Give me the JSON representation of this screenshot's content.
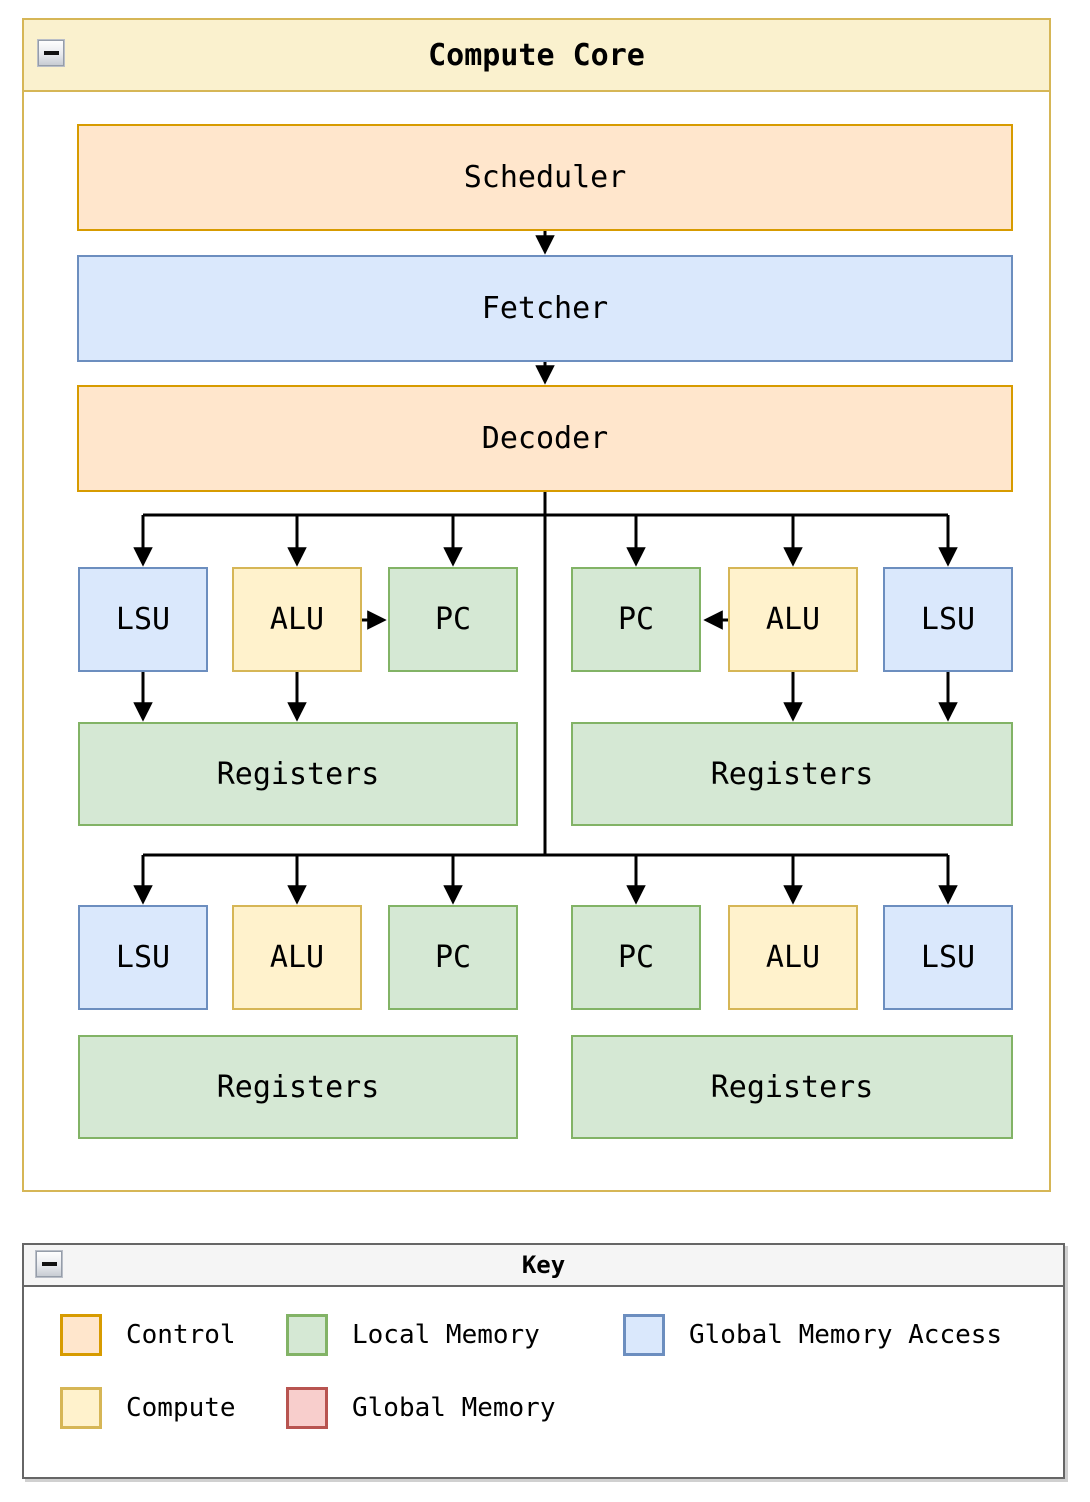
{
  "compute_core": {
    "window_title": "Compute Core",
    "blocks": {
      "scheduler": "Scheduler",
      "fetcher": "Fetcher",
      "decoder": "Decoder"
    },
    "quadrants": {
      "top_left": {
        "units": [
          "LSU",
          "ALU",
          "PC"
        ],
        "registers_label": "Registers"
      },
      "top_right": {
        "units": [
          "PC",
          "ALU",
          "LSU"
        ],
        "registers_label": "Registers"
      },
      "bottom_left": {
        "units": [
          "LSU",
          "ALU",
          "PC"
        ],
        "registers_label": "Registers"
      },
      "bottom_right": {
        "units": [
          "PC",
          "ALU",
          "LSU"
        ],
        "registers_label": "Registers"
      }
    }
  },
  "key": {
    "window_title": "Key",
    "items": [
      {
        "label": "Control",
        "fill": "#ffe6cc",
        "stroke": "#d79b00"
      },
      {
        "label": "Local Memory",
        "fill": "#d5e8d4",
        "stroke": "#82b366"
      },
      {
        "label": "Global Memory Access",
        "fill": "#dae8fc",
        "stroke": "#6c8ebf"
      },
      {
        "label": "Compute",
        "fill": "#fff2cc",
        "stroke": "#d6b656"
      },
      {
        "label": "Global Memory",
        "fill": "#f8cecc",
        "stroke": "#b85450"
      }
    ]
  },
  "icons": {
    "collapse": "minus"
  },
  "colors": {
    "compute_core_titlebar_fill": "#faf1ce",
    "compute_core_border": "#d6b656",
    "key_header_fill": "#f5f5f5",
    "key_border": "#666666",
    "connector": "#000000"
  }
}
